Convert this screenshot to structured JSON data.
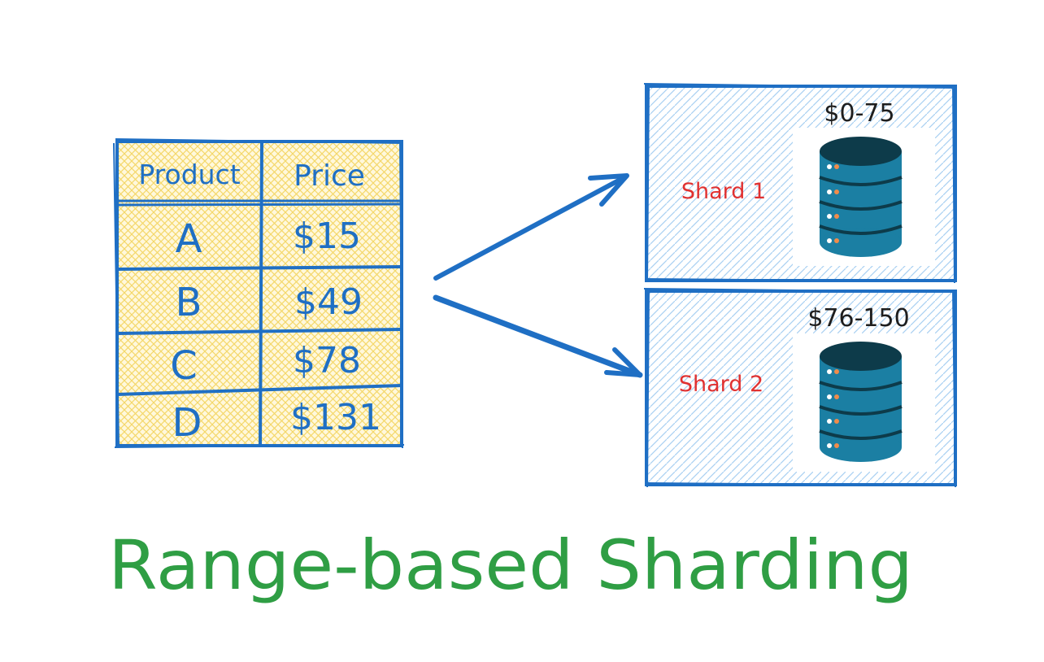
{
  "title": "Range-based Sharding",
  "table": {
    "headers": [
      "Product",
      "Price"
    ],
    "rows": [
      {
        "product": "A",
        "price": "$15"
      },
      {
        "product": "B",
        "price": "$49"
      },
      {
        "product": "C",
        "price": "$78"
      },
      {
        "product": "D",
        "price": "$131"
      }
    ]
  },
  "shards": [
    {
      "label": "Shard 1",
      "range": "$0-75",
      "icon": "database-icon"
    },
    {
      "label": "Shard 2",
      "range": "$76-150",
      "icon": "database-icon"
    }
  ],
  "colors": {
    "stroke_blue": "#1f6fc4",
    "table_fill": "#fbe7a3",
    "shard_hatch": "#9cc8f0",
    "shard_label": "#e03131",
    "range_text": "#1e1e1e",
    "title_green": "#2f9e44",
    "db_body": "#1b7fa3",
    "db_top": "#0d3b4a",
    "db_dot_white": "#ffffff",
    "db_dot_orange": "#f08c4a"
  }
}
